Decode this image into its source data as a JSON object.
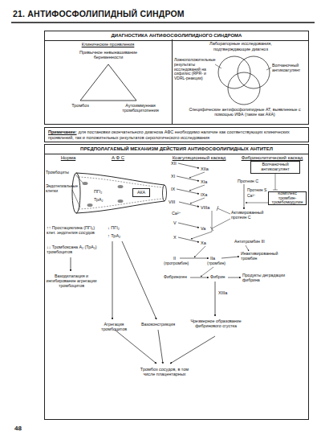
{
  "diagram": {
    "title": "21. АНТИФОСФОЛИПИДНЫЙ СИНДРОМ",
    "nodes": [
      {
        "text": [
          "ДИАГНОСТИКА АНТИФОСФОЛИПИДНОГО СИНДРОМА"
        ]
      },
      {
        "text": [
          "Клинические проявления"
        ],
        "in": 0
      },
      {
        "text": [
          "Лабораторные исследования, подтверждающие диагноз"
        ],
        "in": 0
      },
      {
        "text": [
          "Примечание:",
          "для постановки окончательного диагноза АФС необходимо наличие как соответствующих клинических проявлений, так и положительных результатов серологического исследования"
        ]
      },
      {
        "text": [
          "ПРЕДПОЛАГАЕМЫЙ МЕХАНИЗМ ДЕЙСТВИЯ АНТИФОСФОЛИПИДНЫХ АНТИТЕЛ"
        ]
      },
      {
        "text": [
          "Волчаночный антикоагулянт"
        ],
        "in": 4
      },
      {
        "text": [
          "АКА"
        ],
        "in": 4
      },
      {
        "text": [
          "Комплекс тромбин-тромбомодулин"
        ],
        "in": 4
      }
    ],
    "labels": [
      "Привычное невынашивание беременности",
      "Тромбоз",
      "Аутоиммунная тромбоцитопения",
      "Ложноположительные результаты исследований на сифилис (RPR- и VDRL-реакции)",
      "Волчаночный антикоагулянт",
      "Специфические антифосфолипидные АТ, выявленные с помощью ИФА (такие как АКА)",
      "Норма",
      "А Ф С",
      "Коагуляционный каскад",
      "Фибринолитический каскад",
      "Тромбоциты",
      "Эндотелиальные клетки",
      "ПГI₂",
      "ТрА₂",
      "XII",
      "XIIa",
      "XI",
      "XIa",
      "IX",
      "IXa",
      "VIII",
      "VIIIa",
      "Ca²⁺",
      "Протеин С",
      "Протеин S",
      "Ca²⁺",
      "Активированный протеин С",
      "↑↑ Простациклина (ПГI₂) клет. эндотелия сосудов",
      "↓ ПГI₂",
      "↑ ТрА₂",
      "V",
      "Va",
      "X",
      "Xa",
      "↓↓ Тромбоксана A₂ (ТрА₂) тромбоцитов",
      "Антитромбин III",
      "Инактивированный тромбин",
      "II",
      "IIa",
      "(протромбин)",
      "(тромбин)",
      "Вазодилатация и ингибирование агрегации тромбоцитов",
      "Фибриноген",
      "Фибрин",
      "Продукты деградации фибрина",
      "XIIIa",
      "Агрегация тромбоцитов",
      "Вазоконстрикция",
      "Чрезмерное образование фибринового сгустка",
      "Тромбоз сосудов, в том числе плацентарных",
      "48"
    ]
  }
}
